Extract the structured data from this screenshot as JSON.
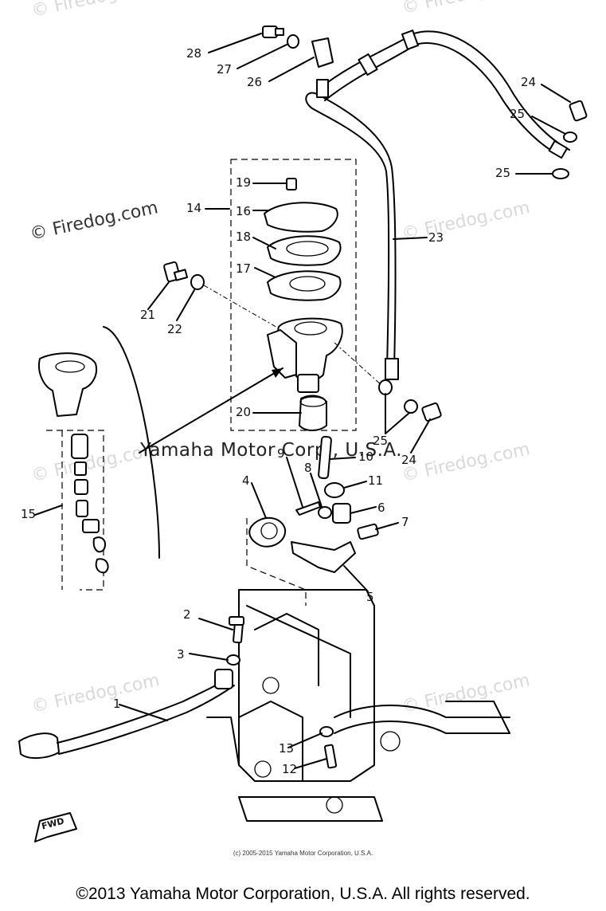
{
  "watermarks": {
    "text": "© Firedog.com",
    "secondary": "Yamaha Motor Corp., U.S.A."
  },
  "callouts": {
    "n1": "1",
    "n2": "2",
    "n3": "3",
    "n4": "4",
    "n5": "5",
    "n6": "6",
    "n7": "7",
    "n8": "8",
    "n9": "9",
    "n10": "10",
    "n11": "11",
    "n12": "12",
    "n13": "13",
    "n14": "14",
    "n15": "15",
    "n16": "16",
    "n17": "17",
    "n18": "18",
    "n19": "19",
    "n20": "20",
    "n21": "21",
    "n22": "22",
    "n23": "23",
    "n24a": "24",
    "n24b": "24",
    "n25a": "25",
    "n25b": "25",
    "n25c": "25",
    "n26": "26",
    "n27": "27",
    "n28": "28"
  },
  "fwd_label": "FWD",
  "small_copyright": "(c) 2005-2015 Yamaha Motor Corporation, U.S.A.",
  "footer": "©2013 Yamaha Motor Corporation, U.S.A. All rights reserved."
}
